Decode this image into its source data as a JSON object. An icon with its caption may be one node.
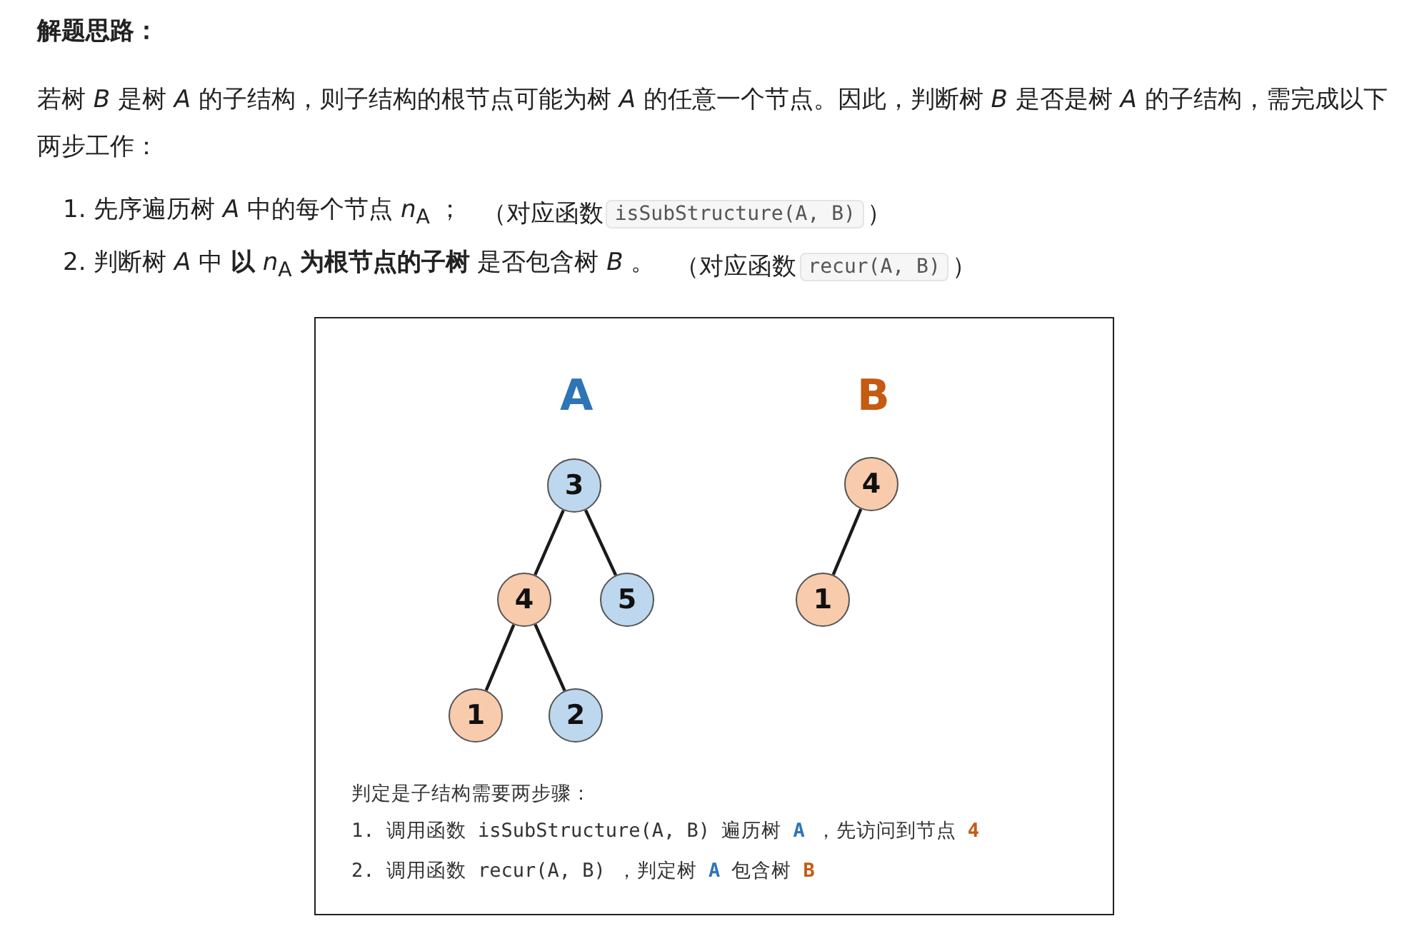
{
  "diagram": {
    "title": "解题思路：",
    "nodes": [
      {
        "text": [
          "3"
        ]
      },
      {
        "text": [
          "4"
        ]
      },
      {
        "text": [
          "5"
        ]
      },
      {
        "text": [
          "1"
        ]
      },
      {
        "text": [
          "2"
        ]
      },
      {
        "text": [
          "4"
        ]
      },
      {
        "text": [
          "1"
        ]
      }
    ],
    "edges": [
      {
        "from": 0,
        "to": 1,
        "arrow": "none"
      },
      {
        "from": 0,
        "to": 2,
        "arrow": "none"
      },
      {
        "from": 1,
        "to": 3,
        "arrow": "none"
      },
      {
        "from": 1,
        "to": 4,
        "arrow": "none"
      },
      {
        "from": 5,
        "to": 6,
        "arrow": "none"
      }
    ],
    "labels": [
      "若树 *B* 是树 *A* 的子结构，则子结构的根节点可能为树 *A* 的任意一个节点。因此，判断树 *B* 是否是树 *A* 的子结构，需完成以下两步工作：",
      "1. 先序遍历树 *A* 中的每个节点 *n*$_{A}$ ；",
      "（对应函数",
      "isSubStructure(A, B)",
      "）",
      "2. 判断树 *A* 中 **以** *n*$_{A}$ **为根节点的子树** 是否包含树 *B* 。",
      "（对应函数",
      "recur(A, B)",
      "）",
      "A",
      "B",
      "判定是子结构需要两步骤：",
      "1. 调用函数 isSubStructure(A, B) 遍历树",
      "A",
      "，先访问到节点",
      "4",
      "2. 调用函数 recur(A, B) ，判定树",
      "A",
      "包含树",
      "B"
    ]
  }
}
